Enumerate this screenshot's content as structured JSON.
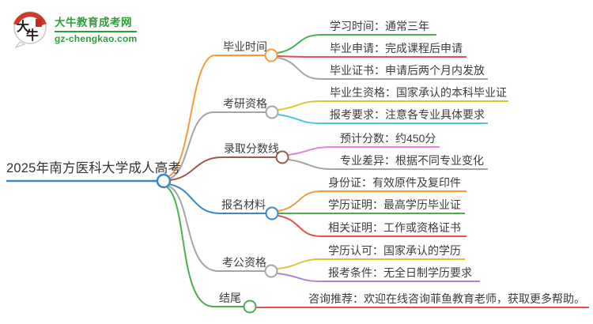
{
  "logo": {
    "icon_text_top": "大",
    "icon_text_bottom": "牛",
    "site_name": "大牛教育成考网",
    "site_url": "gz-chengkao.com",
    "brand_color": "#2f9e3c",
    "accent_red": "#d03a2c"
  },
  "root": {
    "label": "2025年南方医科大学成人高考",
    "color": "#3e86c7"
  },
  "branches": [
    {
      "label": "毕业时间",
      "color": "#f8993b",
      "children": [
        {
          "label": "学习时间：通常三年",
          "color": "#4cae50"
        },
        {
          "label": "毕业申请：完成课程后申请",
          "color": "#e0524d"
        },
        {
          "label": "毕业证书：申请后两个月内发放",
          "color": "#a5a5a5"
        }
      ]
    },
    {
      "label": "考研资格",
      "color": "#a5a5a5",
      "children": [
        {
          "label": "毕业生资格：国家承认的本科毕业证",
          "color": "#d8c832"
        },
        {
          "label": "报考要求：注意各专业具体要求",
          "color": "#4fc8df"
        }
      ]
    },
    {
      "label": "录取分数线",
      "color": "#9e5a52",
      "children": [
        {
          "label": "预计分数：约450分",
          "color": "#f07ed6"
        },
        {
          "label": "专业差异：根据不同专业变化",
          "color": "#a5a5a5"
        }
      ]
    },
    {
      "label": "报名材料",
      "color": "#3e86c7",
      "children": [
        {
          "label": "身份证：有效原件及复印件",
          "color": "#f8993b"
        },
        {
          "label": "学历证明：最高学历毕业证",
          "color": "#4cae50"
        },
        {
          "label": "相关证明：工作或资格证书",
          "color": "#e0524d"
        }
      ]
    },
    {
      "label": "考公资格",
      "color": "#a5a5a5",
      "children": [
        {
          "label": "学历认可：国家承认的学历",
          "color": "#d8c832"
        },
        {
          "label": "报考条件：无全日制学历要求",
          "color": "#ac85d8"
        }
      ]
    },
    {
      "label": "结尾",
      "color": "#4cae50",
      "children": [
        {
          "label": "咨询推荐：欢迎在线咨询菲鱼教育老师，获取更多帮助。",
          "color": "#e0524d"
        }
      ]
    }
  ]
}
